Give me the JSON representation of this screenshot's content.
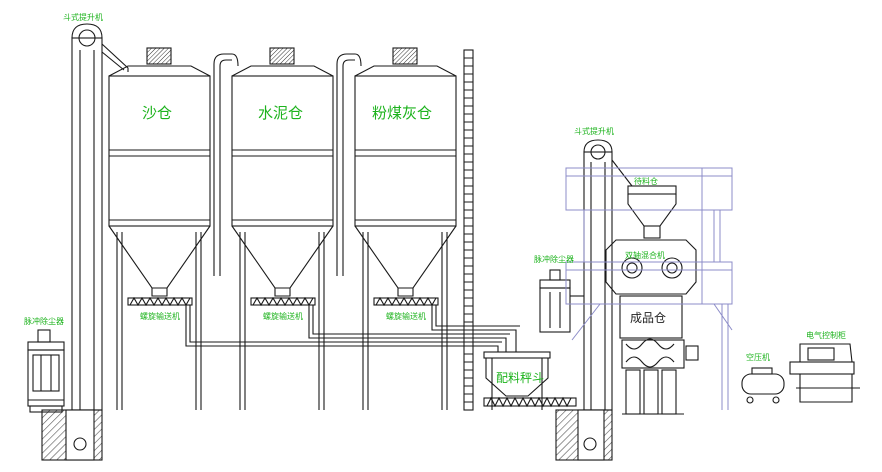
{
  "labels": {
    "elevator_left": "斗式提升机",
    "silo_sand": "沙仓",
    "silo_cement": "水泥仓",
    "silo_flyash": "粉煤灰仓",
    "screw1": "螺旋输送机",
    "screw2": "螺旋输送机",
    "screw3": "螺旋输送机",
    "dust_left": "脉冲除尘器",
    "dust_right": "脉冲除尘器",
    "batch_hopper": "配料秤斗",
    "elevator_right": "斗式提升机",
    "buffer_bin": "待料仓",
    "mixer": "双轴混合机",
    "product_bin": "成品仓",
    "compressor": "空压机",
    "control": "电气控制柜"
  },
  "colors": {
    "line": "#1a1a1a",
    "label": "#1db31d",
    "frame": "#8c8cc8",
    "hatch": "#555555"
  }
}
